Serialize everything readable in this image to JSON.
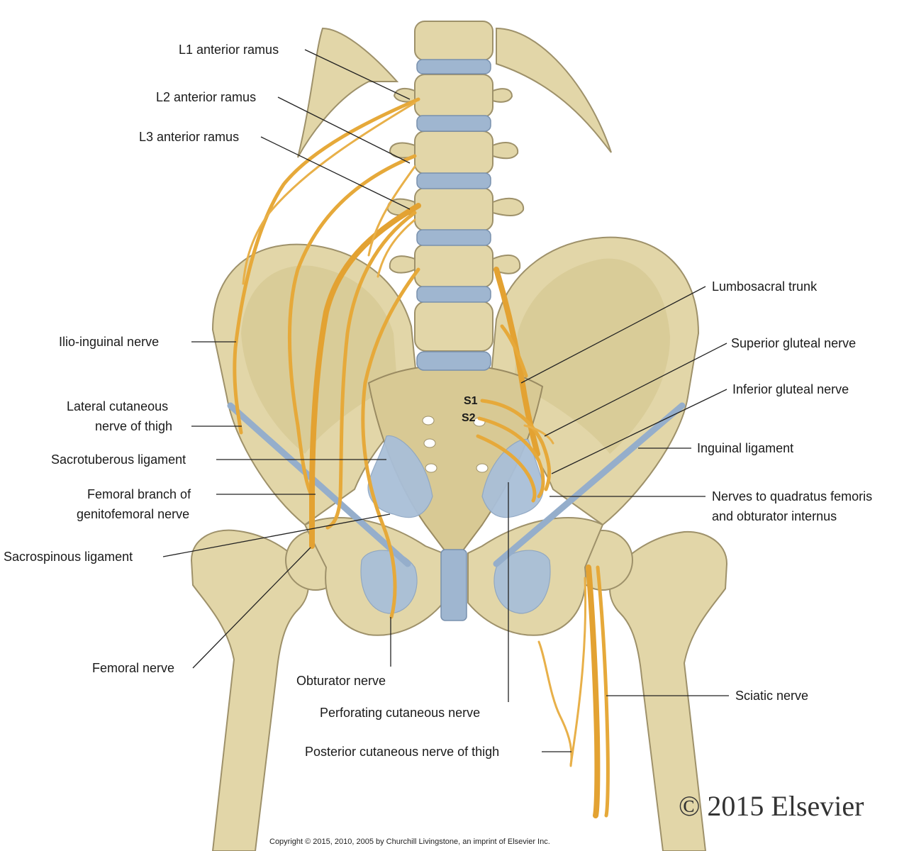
{
  "labels": {
    "l1_anterior_ramus": "L1 anterior ramus",
    "l2_anterior_ramus": "L2 anterior ramus",
    "l3_anterior_ramus": "L3 anterior ramus",
    "lumbosacral_trunk": "Lumbosacral trunk",
    "superior_gluteal_nerve": "Superior gluteal nerve",
    "inferior_gluteal_nerve": "Inferior gluteal nerve",
    "ilio_inguinal_nerve": "Ilio-inguinal nerve",
    "lateral_cutaneous_line1": "Lateral cutaneous",
    "lateral_cutaneous_line2": "nerve of thigh",
    "inguinal_ligament": "Inguinal ligament",
    "sacrotuberous_ligament": "Sacrotuberous ligament",
    "femoral_branch_line1": "Femoral branch of",
    "femoral_branch_line2": "genitofemoral nerve",
    "nerves_quadratus_line1": "Nerves to quadratus femoris",
    "nerves_quadratus_line2": "and obturator internus",
    "sacrospinous_ligament": "Sacrospinous ligament",
    "femoral_nerve": "Femoral nerve",
    "obturator_nerve": "Obturator nerve",
    "sciatic_nerve": "Sciatic nerve",
    "perforating_cutaneous_nerve": "Perforating cutaneous nerve",
    "posterior_cutaneous_nerve": "Posterior cutaneous nerve of thigh",
    "s1": "S1",
    "s2": "S2"
  },
  "watermark": "© 2015 Elsevier",
  "footer_copyright": "Copyright © 2015, 2010, 2005 by Churchill Livingstone, an imprint of Elsevier Inc.",
  "colors": {
    "bone": "#e2d6a8",
    "nerve": "#e6a93a",
    "ligament": "#a9bfd8",
    "disc": "#9fb6d0"
  }
}
